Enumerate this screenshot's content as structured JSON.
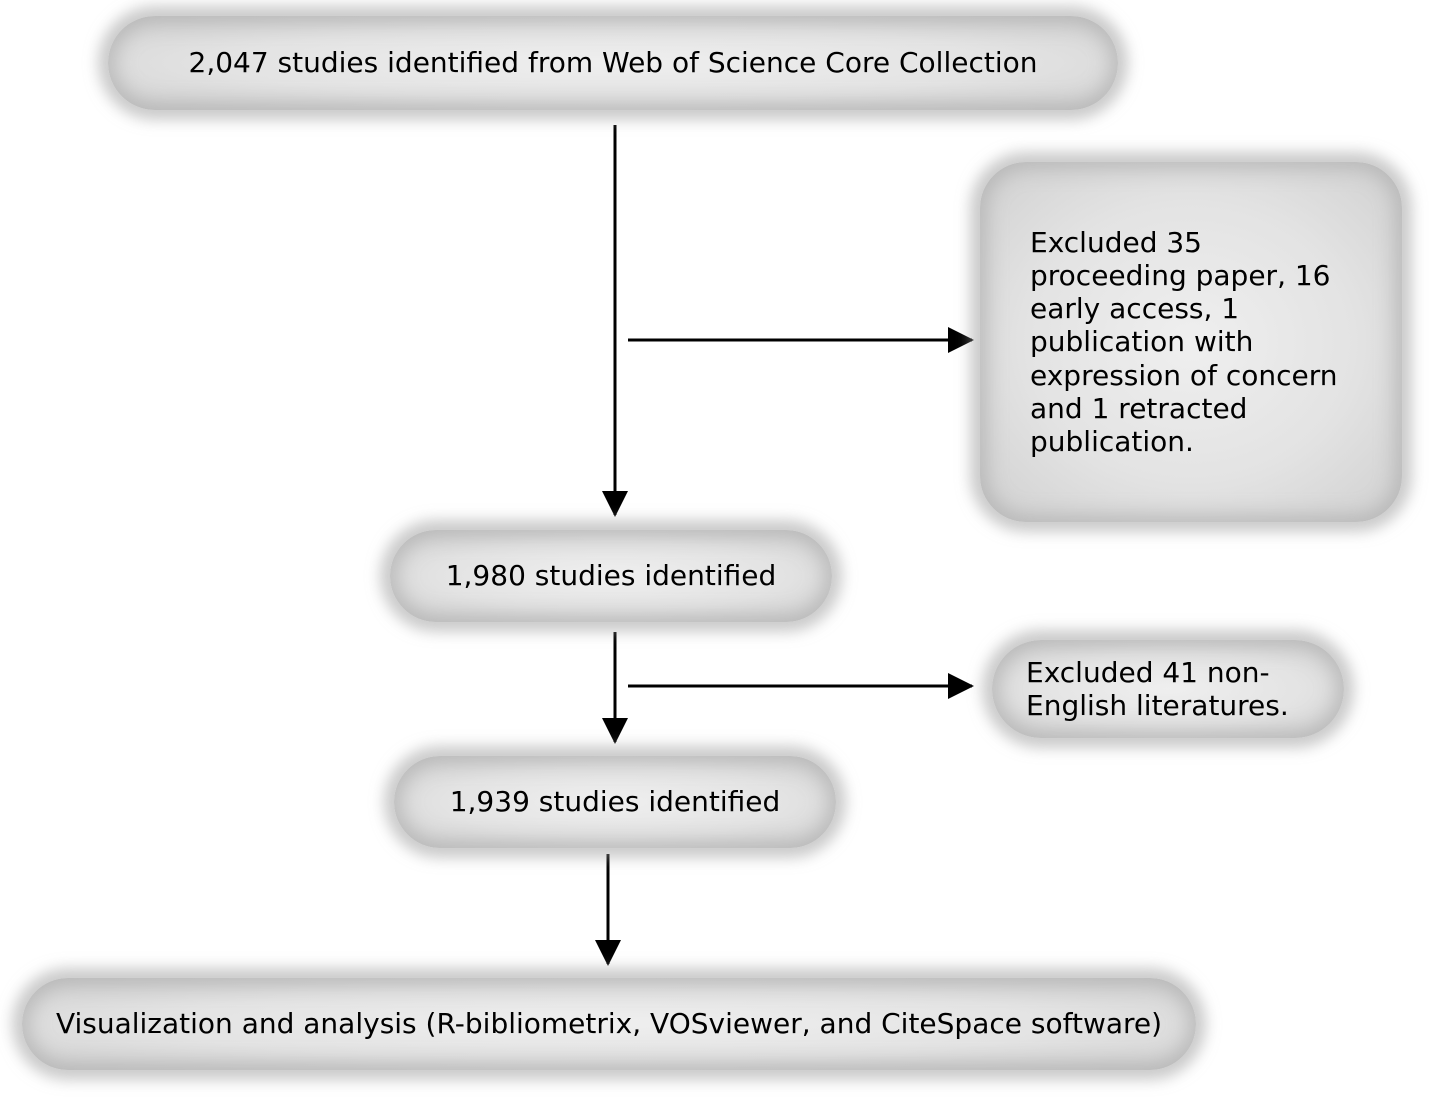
{
  "flowchart": {
    "top": "2,047 studies identified from Web of Science Core Collection",
    "exclusion_1": [
      "Excluded 35",
      "proceeding paper, 16",
      "early access, 1",
      "publication with",
      "expression of concern",
      "and 1 retracted",
      "publication."
    ],
    "step_1": "1,980 studies identified",
    "exclusion_2": [
      "Excluded 41 non-",
      "English literatures."
    ],
    "step_2": "1,939 studies identified",
    "bottom": "Visualization and analysis (R-bibliometrix, VOSviewer, and CiteSpace software)"
  },
  "colors": {
    "box_fill": "#e3e3e3",
    "box_shadow": "#a0a0a0",
    "arrow": "#000000"
  }
}
